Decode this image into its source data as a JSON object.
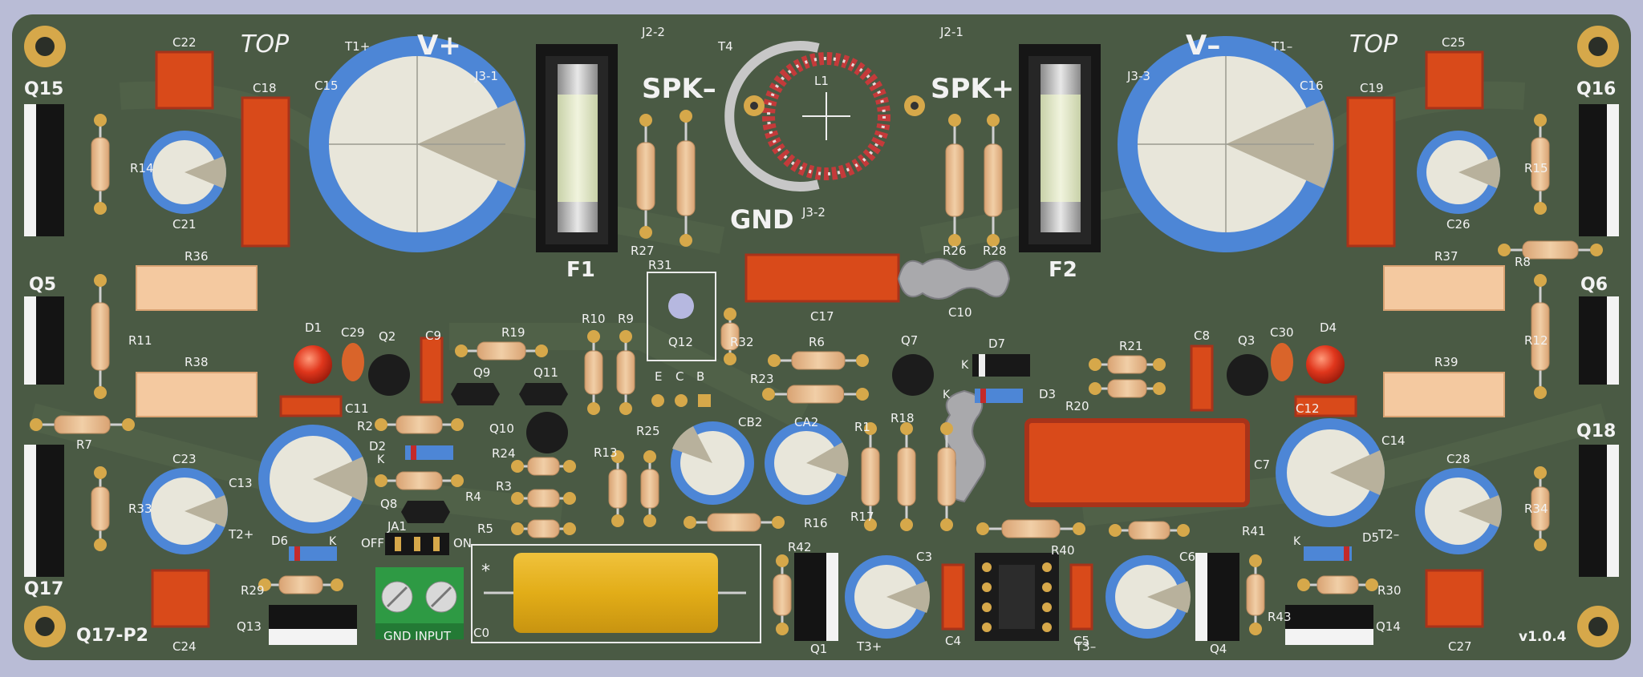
{
  "board": {
    "colors": {
      "background": "#b9bcd6",
      "pcb": "#4a5a44",
      "silk": "#f2f2f2",
      "cap_blue": "#4d86d6",
      "smd_orange": "#d94a1a",
      "resistor_body": "#e7b98a",
      "pad_gold": "#d6a84a",
      "black": "#151515"
    },
    "version": "v1.0.4"
  },
  "silk": {
    "top_left": "TOP",
    "top_right": "TOP",
    "vplus": "V+",
    "vminus": "V–",
    "spk_minus": "SPK–",
    "spk_plus": "SPK+",
    "gnd": "GND",
    "j2_2": "J2-2",
    "j2_1": "J2-1",
    "j3_1": "J3-1",
    "j3_2": "J3-2",
    "j3_3": "J3-3",
    "t1p": "T1+",
    "t1m": "T1–",
    "t4": "T4",
    "t2p": "T2+",
    "t2m": "T2–",
    "t3p": "T3+",
    "t3m": "T3–",
    "f1": "F1",
    "f2": "F2",
    "l1": "L1",
    "q15": "Q15",
    "q16": "Q16",
    "q5": "Q5",
    "q6": "Q6",
    "q17": "Q17",
    "q18": "Q18",
    "q17p2": "Q17-P2",
    "q13": "Q13",
    "q14": "Q14",
    "q1": "Q1",
    "q4": "Q4",
    "q2": "Q2",
    "q3": "Q3",
    "q7": "Q7",
    "q8": "Q8",
    "q9": "Q9",
    "q10": "Q10",
    "q11": "Q11",
    "q12": "Q12",
    "q12_e": "E",
    "q12_c": "C",
    "q12_b": "B",
    "c22": "C22",
    "c25": "C25",
    "c18": "C18",
    "c19": "C19",
    "c15": "C15",
    "c16": "C16",
    "c21": "C21",
    "c26": "C26",
    "c17": "C17",
    "c10": "C10",
    "c29": "C29",
    "c30": "C30",
    "c9": "C9",
    "c8": "C8",
    "c11": "C11",
    "c12": "C12",
    "c13": "C13",
    "c14": "C14",
    "c23": "C23",
    "c28": "C28",
    "c24": "C24",
    "c27": "C27",
    "c7": "C7",
    "c3": "C3",
    "c4": "C4",
    "c5": "C5",
    "c6": "C6",
    "c0": "C0",
    "cb2": "CB2",
    "ca2": "CA2",
    "r14": "R14",
    "r15": "R15",
    "r27": "R27",
    "r31": "R31",
    "r26": "R26",
    "r28": "R28",
    "r36": "R36",
    "r37": "R37",
    "r38": "R38",
    "r39": "R39",
    "r8": "R8",
    "r11": "R11",
    "r12": "R12",
    "r19": "R19",
    "r10": "R10",
    "r9": "R9",
    "r32": "R32",
    "r6": "R6",
    "r21": "R21",
    "r23": "R23",
    "r20": "R20",
    "r2": "R2",
    "r4": "R4",
    "r7": "R7",
    "r24": "R24",
    "r3": "R3",
    "r5": "R5",
    "r13": "R13",
    "r25": "R25",
    "r1": "R1",
    "r18": "R18",
    "r17": "R17",
    "r16": "R16",
    "r33": "R33",
    "r34": "R34",
    "r29": "R29",
    "r30": "R30",
    "r42": "R42",
    "r40": "R40",
    "r41": "R41",
    "r43": "R43",
    "d1": "D1",
    "d4": "D4",
    "d2": "D2",
    "d3": "D3",
    "d5": "D5",
    "d6": "D6",
    "d7": "D7",
    "k": "K",
    "ja1": "JA1",
    "off": "OFF",
    "on": "ON",
    "gnd_input": "GND  INPUT",
    "star": "*"
  }
}
